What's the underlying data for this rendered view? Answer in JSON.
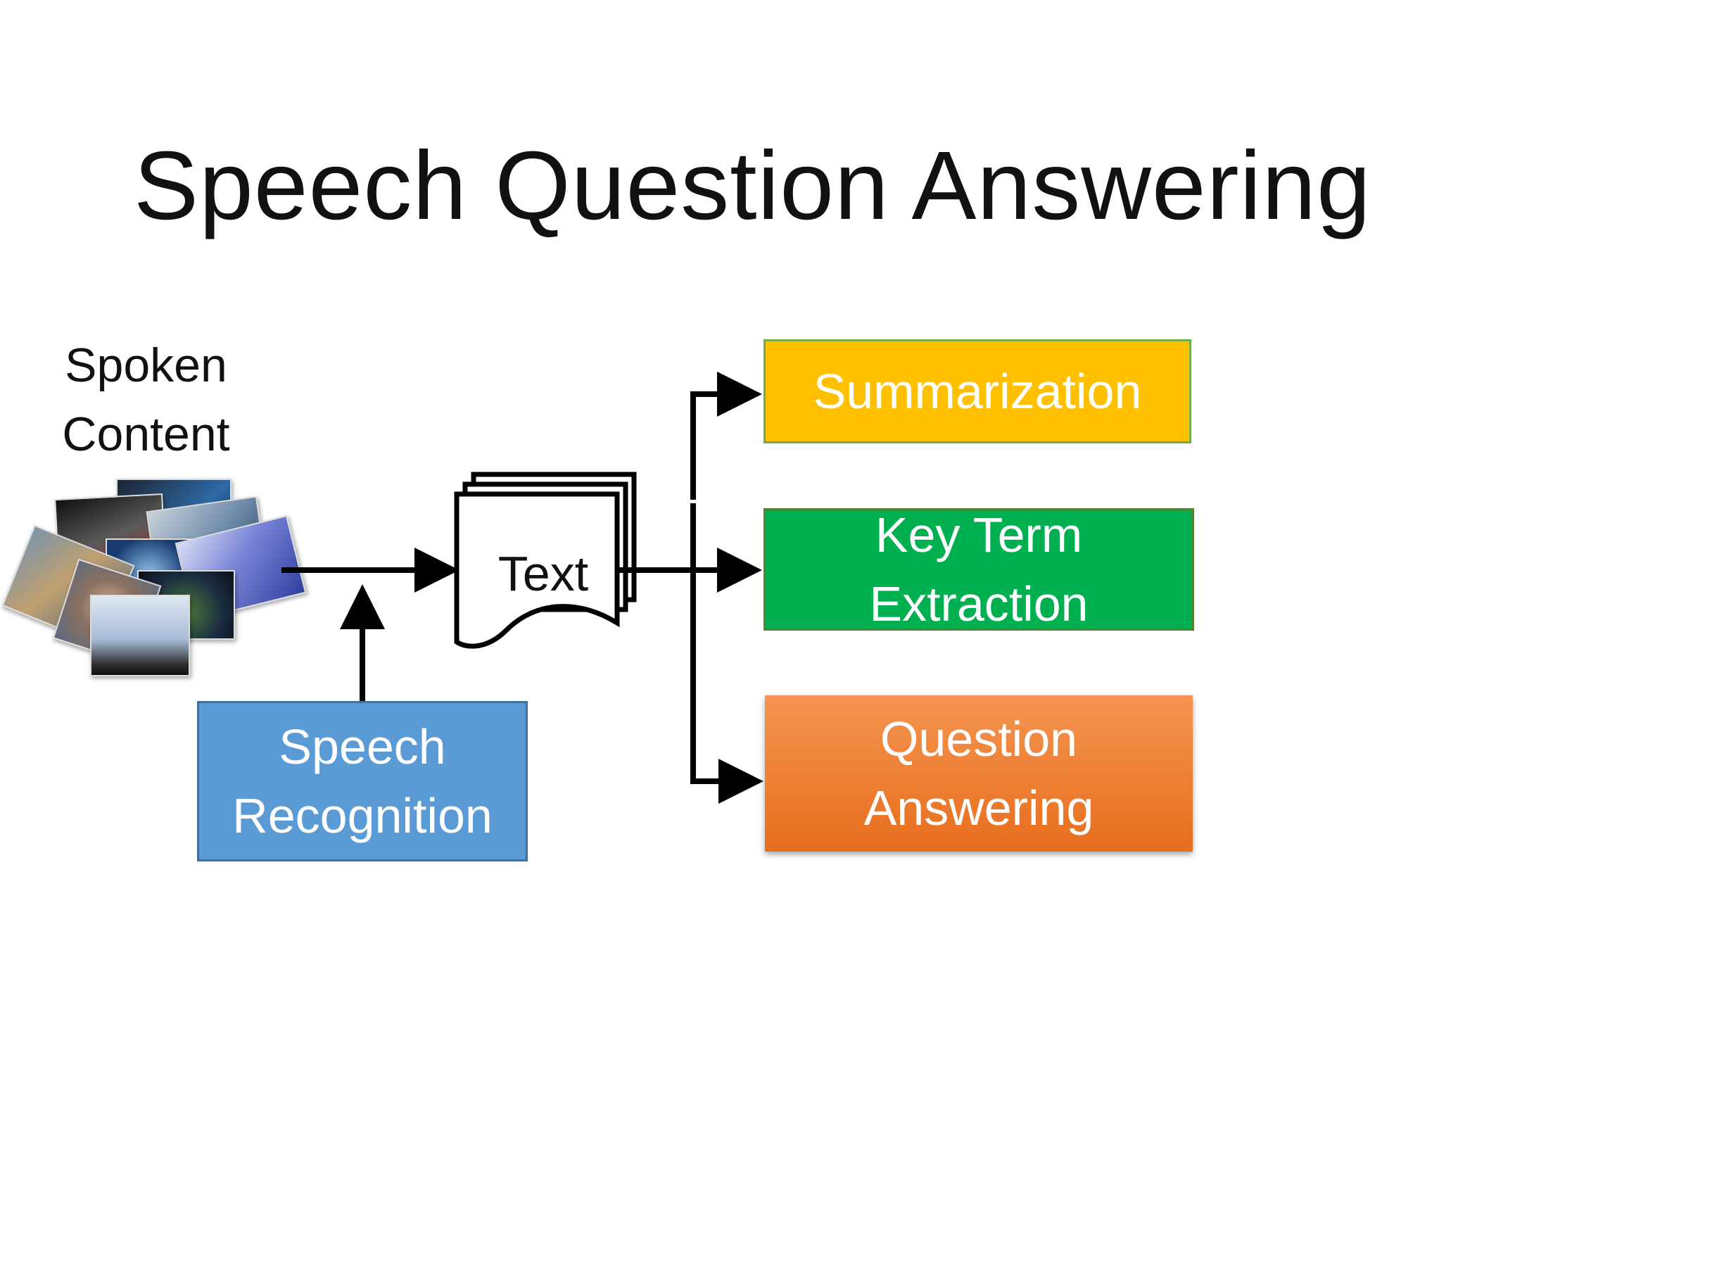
{
  "title": "Speech Question Answering",
  "spoken_content": {
    "line1": "Spoken",
    "line2": "Content"
  },
  "document": {
    "label": "Text"
  },
  "speech_recognition": {
    "line1": "Speech",
    "line2": "Recognition",
    "color": "#5b9bd5"
  },
  "tasks": {
    "summarization": {
      "label": "Summarization",
      "color": "#ffc000"
    },
    "key_term_extraction": {
      "line1": "Key Term",
      "line2": "Extraction",
      "color": "#00b050"
    },
    "question_answering": {
      "line1": "Question",
      "line2": "Answering",
      "color": "#ed7d31"
    }
  },
  "icons": [
    "video-thumbnails-collage",
    "document-stack-icon",
    "arrow-icon"
  ]
}
